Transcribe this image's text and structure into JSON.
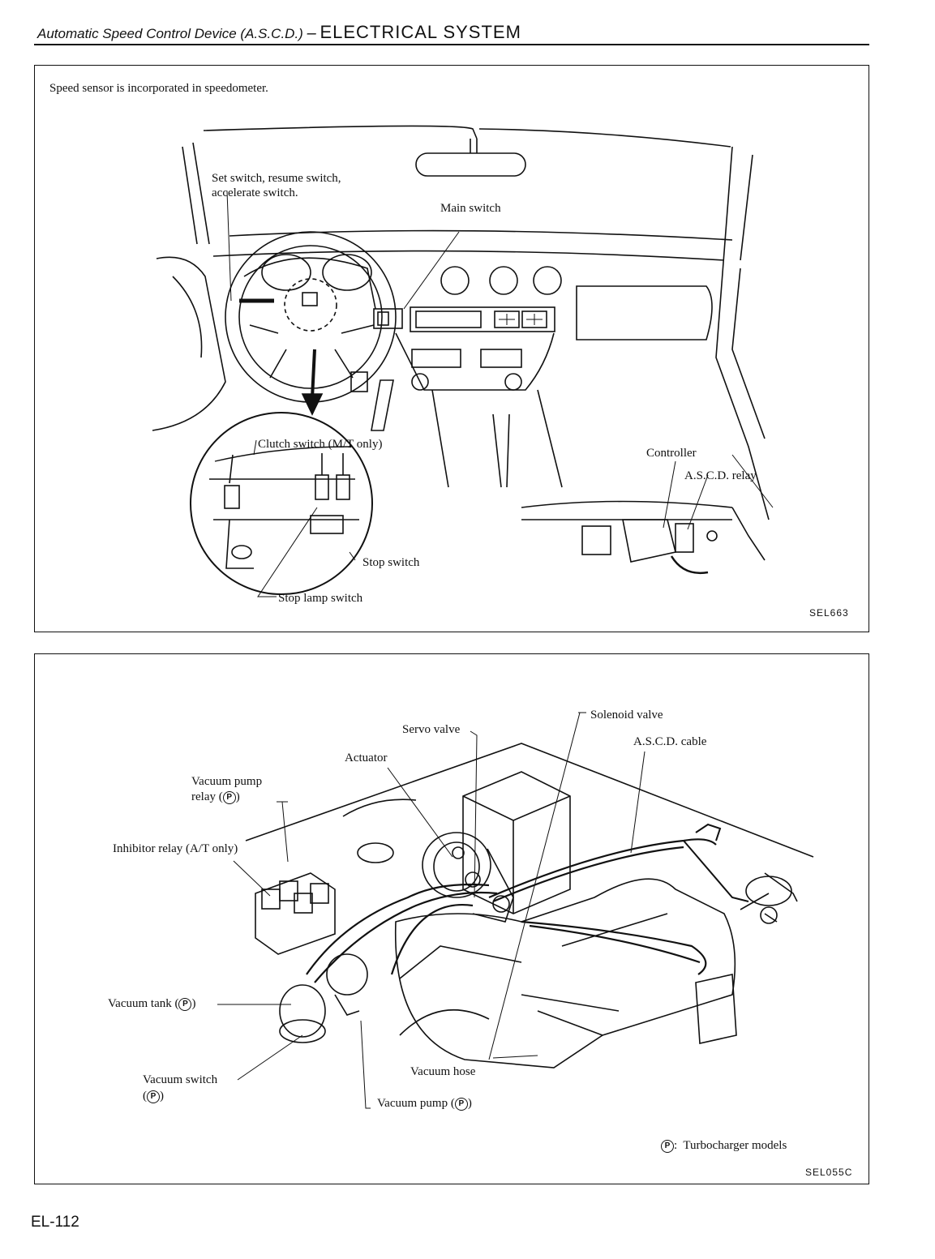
{
  "header": {
    "subtitle": "Automatic Speed Control Device (A.S.C.D.)",
    "separator": "–",
    "section": "ELECTRICAL SYSTEM"
  },
  "figure1": {
    "note": "Speed sensor is incorporated in speedometer.",
    "labels": {
      "set_switch_line1": "Set switch, resume switch,",
      "set_switch_line2": "accelerate switch.",
      "main_switch": "Main switch",
      "clutch_switch": "Clutch switch (M/T only)",
      "controller": "Controller",
      "ascd_relay": "A.S.C.D. relay",
      "stop_switch": "Stop switch",
      "stop_lamp_switch": "Stop lamp switch"
    },
    "code": "SEL663"
  },
  "figure2": {
    "labels": {
      "solenoid_valve": "Solenoid valve",
      "servo_valve": "Servo valve",
      "ascd_cable": "A.S.C.D. cable",
      "actuator": "Actuator",
      "vacuum_pump_relay_line1": "Vacuum pump",
      "vacuum_pump_relay_line2": "relay (",
      "inhibitor_relay": "Inhibitor relay (A/T only)",
      "vacuum_tank": "Vacuum tank (",
      "vacuum_switch_line1": "Vacuum switch",
      "vacuum_hose": "Vacuum hose",
      "vacuum_pump": "Vacuum pump (",
      "legend_text": "Turbocharger models",
      "p_symbol": "P"
    },
    "code": "SEL055C"
  },
  "footer": {
    "page_number": "EL-112"
  }
}
